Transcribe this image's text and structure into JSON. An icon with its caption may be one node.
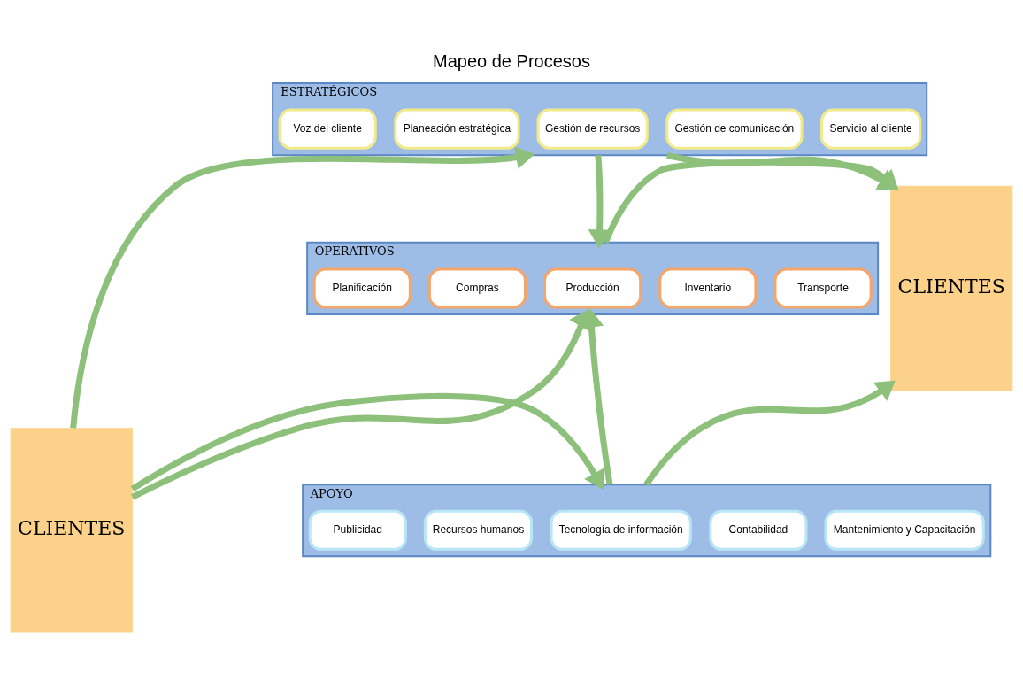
{
  "diagram": {
    "title": "Mapeo de Procesos",
    "nodes": [
      {
        "text": [
          "CLIENTES"
        ]
      },
      {
        "text": [
          "ESTRATÉGICOS"
        ]
      },
      {
        "text": [
          "Voz del cliente"
        ],
        "in": 1
      },
      {
        "text": [
          "Planeación estratégica"
        ],
        "in": 1
      },
      {
        "text": [
          "Gestión de recursos"
        ],
        "in": 1
      },
      {
        "text": [
          "Gestión de comunicación"
        ],
        "in": 1
      },
      {
        "text": [
          "Servicio al cliente"
        ],
        "in": 1
      },
      {
        "text": [
          "OPERATIVOS"
        ]
      },
      {
        "text": [
          "Planificación"
        ],
        "in": 7
      },
      {
        "text": [
          "Compras"
        ],
        "in": 7
      },
      {
        "text": [
          "Producción"
        ],
        "in": 7
      },
      {
        "text": [
          "Inventario"
        ],
        "in": 7
      },
      {
        "text": [
          "Transporte"
        ],
        "in": 7
      },
      {
        "text": [
          "APOYO"
        ]
      },
      {
        "text": [
          "Publicidad"
        ],
        "in": 13
      },
      {
        "text": [
          "Recursos humanos"
        ],
        "in": 13
      },
      {
        "text": [
          "Tecnología de información"
        ],
        "in": 13
      },
      {
        "text": [
          "Contabilidad"
        ],
        "in": 13
      },
      {
        "text": [
          "Mantenimiento y Capacitación"
        ],
        "in": 13
      },
      {
        "text": [
          "CLIENTES"
        ]
      }
    ],
    "edges": [
      {
        "from": 0,
        "to": 1,
        "arrow": "to"
      },
      {
        "from": 0,
        "to": 7,
        "arrow": "to"
      },
      {
        "from": 0,
        "to": 13,
        "arrow": "to"
      },
      {
        "from": 1,
        "to": 19,
        "arrow": "to"
      },
      {
        "from": 7,
        "to": 19,
        "arrow": "to"
      },
      {
        "from": 13,
        "to": 19,
        "arrow": "to"
      },
      {
        "from": 1,
        "to": 7,
        "arrow": "to"
      },
      {
        "from": 13,
        "to": 7,
        "arrow": "to"
      }
    ]
  }
}
